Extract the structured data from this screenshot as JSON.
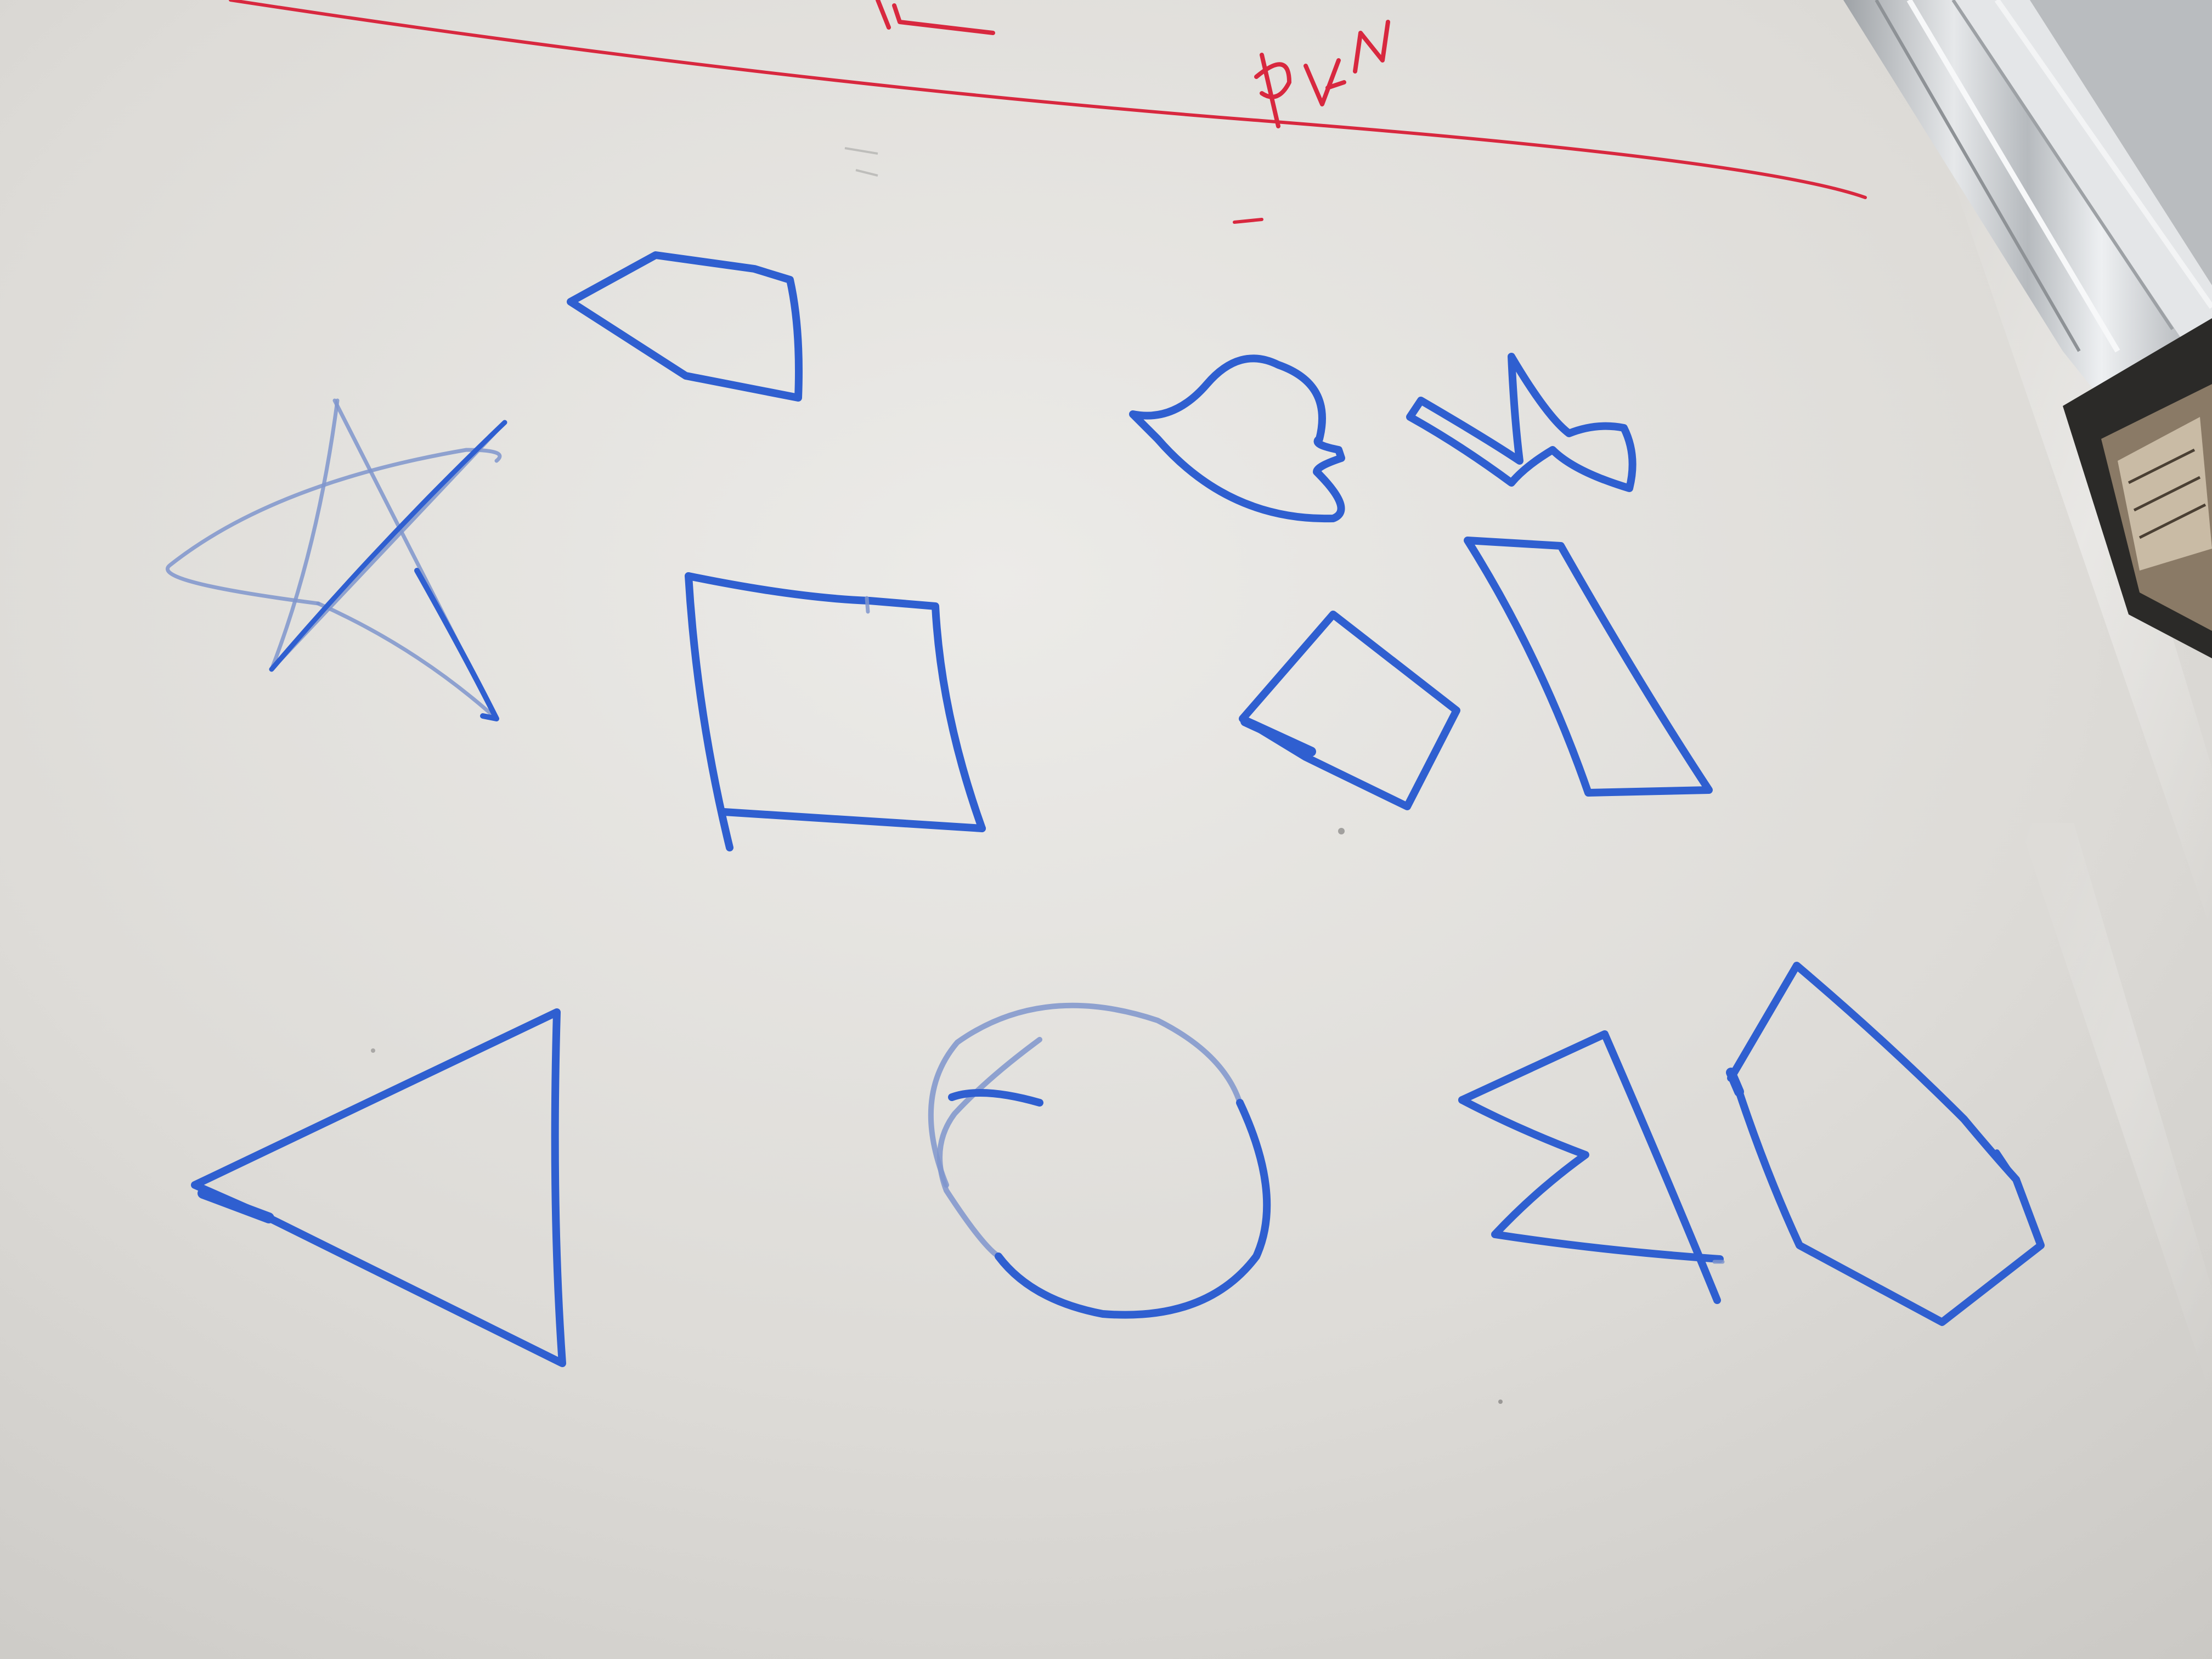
{
  "scene": {
    "subject": "whiteboard",
    "colors": {
      "board": "#dcdad6",
      "board_highlight": "#ecebe8",
      "blue_marker": "#2f5fd0",
      "red_marker": "#d8283f",
      "frame": "#c9cccf",
      "eraser": "#2b2a28"
    }
  },
  "drawings": [
    {
      "name": "star",
      "icon": "star-outline-sketch"
    },
    {
      "name": "house-pentagon",
      "icon": "pentagon-sketch"
    },
    {
      "name": "square",
      "icon": "square-sketch"
    },
    {
      "name": "spade",
      "icon": "spade-sketch"
    },
    {
      "name": "crown",
      "icon": "crown-sketch"
    },
    {
      "name": "diamond",
      "icon": "rhombus-sketch"
    },
    {
      "name": "parallelogram",
      "icon": "parallelogram-sketch"
    },
    {
      "name": "triangle",
      "icon": "triangle-sketch"
    },
    {
      "name": "circle",
      "icon": "circle-sketch"
    },
    {
      "name": "flag",
      "icon": "flag-sketch"
    },
    {
      "name": "hexagon",
      "icon": "hexagon-sketch"
    }
  ]
}
